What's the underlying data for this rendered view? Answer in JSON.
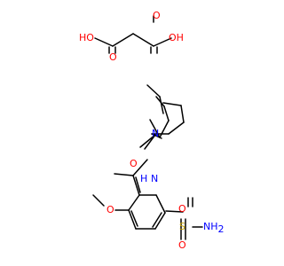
{
  "structure": {
    "succinic_acid": {
      "hydroxyl_left": "HO",
      "hydroxyl_right": "OH",
      "carbonyl_left": "O",
      "carbonyl_right": "O"
    },
    "sulpiride": {
      "ring_nitrogen": "N",
      "amide_nitrogen_h": "H",
      "amide_nitrogen": "N",
      "amide_oxygen": "O",
      "methoxy_oxygen": "O",
      "sulfur": "S",
      "sulfonyl_oxygen_top": "O",
      "sulfonyl_oxygen_bottom": "O",
      "sulfonamide_n_prefix": "NH",
      "sulfonamide_n_subscript": "2"
    }
  },
  "colors": {
    "bond": "#000000",
    "carbon_text": "#000000",
    "oxygen": "#ff0000",
    "nitrogen": "#0000ff",
    "sulfur": "#c8a000"
  }
}
